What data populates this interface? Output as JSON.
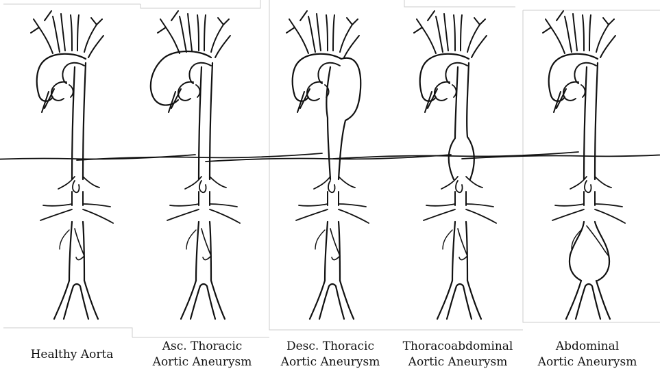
{
  "panels": [
    {
      "id": "healthy",
      "variant": "healthy",
      "caption": [
        "Healthy Aorta"
      ]
    },
    {
      "id": "asc-thoracic",
      "variant": "ascending",
      "caption": [
        "Asc. Thoracic",
        "Aortic Aneurysm"
      ]
    },
    {
      "id": "desc-thoracic",
      "variant": "descending",
      "caption": [
        "Desc. Thoracic",
        "Aortic Aneurysm"
      ]
    },
    {
      "id": "thoracoabdominal",
      "variant": "thoracoabdominal",
      "caption": [
        "Thoracoabdominal",
        "Aortic Aneurysm"
      ]
    },
    {
      "id": "abdominal",
      "variant": "abdominal",
      "caption": [
        "Abdominal",
        "Aortic Aneurysm"
      ]
    }
  ],
  "colors": {
    "ink": "#111111",
    "frame": "#cccccc",
    "background": "#ffffff"
  }
}
